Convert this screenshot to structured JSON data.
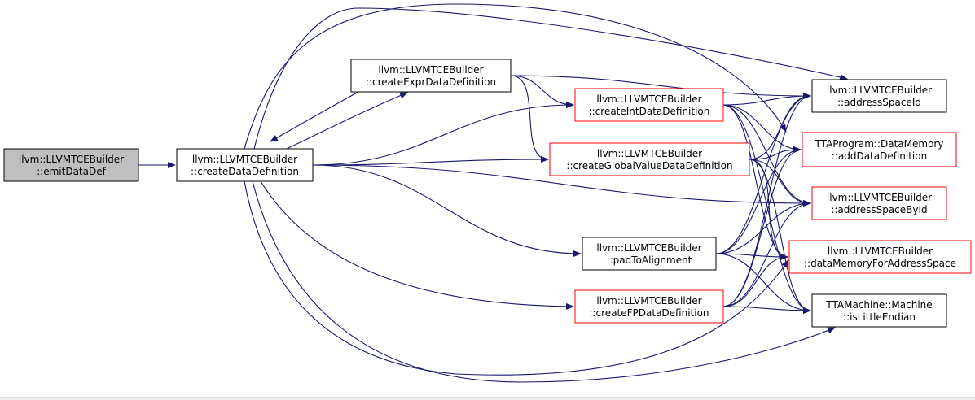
{
  "colors": {
    "edge": "#191970",
    "normal_border": "#000000",
    "truncated_border": "#ff0000",
    "root_fill": "#bfbfbf",
    "node_fill": "#ffffff"
  },
  "nodes": [
    {
      "id": "emitDataDef",
      "line1": "llvm::LLVMTCEBuilder",
      "line2": "::emitDataDef",
      "style": "root"
    },
    {
      "id": "createDataDefinition",
      "line1": "llvm::LLVMTCEBuilder",
      "line2": "::createDataDefinition",
      "style": "normal"
    },
    {
      "id": "createExprDataDefinition",
      "line1": "llvm::LLVMTCEBuilder",
      "line2": "::createExprDataDefinition",
      "style": "normal"
    },
    {
      "id": "createIntDataDefinition",
      "line1": "llvm::LLVMTCEBuilder",
      "line2": "::createIntDataDefinition",
      "style": "truncated"
    },
    {
      "id": "createGlobalValueDataDefinition",
      "line1": "llvm::LLVMTCEBuilder",
      "line2": "::createGlobalValueDataDefinition",
      "style": "truncated"
    },
    {
      "id": "padToAlignment",
      "line1": "llvm::LLVMTCEBuilder",
      "line2": "::padToAlignment",
      "style": "normal"
    },
    {
      "id": "createFPDataDefinition",
      "line1": "llvm::LLVMTCEBuilder",
      "line2": "::createFPDataDefinition",
      "style": "truncated"
    },
    {
      "id": "addressSpaceId",
      "line1": "llvm::LLVMTCEBuilder",
      "line2": "::addressSpaceId",
      "style": "normal"
    },
    {
      "id": "addDataDefinition",
      "line1": "TTAProgram::DataMemory",
      "line2": "::addDataDefinition",
      "style": "truncated"
    },
    {
      "id": "addressSpaceById",
      "line1": "llvm::LLVMTCEBuilder",
      "line2": "::addressSpaceById",
      "style": "truncated"
    },
    {
      "id": "dataMemoryForAddressSpace",
      "line1": "llvm::LLVMTCEBuilder",
      "line2": "::dataMemoryForAddressSpace",
      "style": "truncated"
    },
    {
      "id": "isLittleEndian",
      "line1": "TTAMachine::Machine",
      "line2": "::isLittleEndian",
      "style": "normal"
    }
  ],
  "edges": [
    [
      "emitDataDef",
      "createDataDefinition"
    ],
    [
      "createDataDefinition",
      "createExprDataDefinition"
    ],
    [
      "createDataDefinition",
      "createIntDataDefinition"
    ],
    [
      "createDataDefinition",
      "createGlobalValueDataDefinition"
    ],
    [
      "createDataDefinition",
      "padToAlignment"
    ],
    [
      "createDataDefinition",
      "createFPDataDefinition"
    ],
    [
      "createDataDefinition",
      "addressSpaceId"
    ],
    [
      "createDataDefinition",
      "addDataDefinition"
    ],
    [
      "createDataDefinition",
      "addressSpaceById"
    ],
    [
      "createDataDefinition",
      "dataMemoryForAddressSpace"
    ],
    [
      "createDataDefinition",
      "isLittleEndian"
    ],
    [
      "createExprDataDefinition",
      "createDataDefinition"
    ],
    [
      "createExprDataDefinition",
      "createIntDataDefinition"
    ],
    [
      "createExprDataDefinition",
      "createGlobalValueDataDefinition"
    ],
    [
      "createExprDataDefinition",
      "addressSpaceId"
    ],
    [
      "createIntDataDefinition",
      "addressSpaceId"
    ],
    [
      "createIntDataDefinition",
      "addDataDefinition"
    ],
    [
      "createIntDataDefinition",
      "addressSpaceById"
    ],
    [
      "createIntDataDefinition",
      "dataMemoryForAddressSpace"
    ],
    [
      "createIntDataDefinition",
      "isLittleEndian"
    ],
    [
      "createGlobalValueDataDefinition",
      "addressSpaceId"
    ],
    [
      "createGlobalValueDataDefinition",
      "addDataDefinition"
    ],
    [
      "createGlobalValueDataDefinition",
      "addressSpaceById"
    ],
    [
      "createGlobalValueDataDefinition",
      "dataMemoryForAddressSpace"
    ],
    [
      "createGlobalValueDataDefinition",
      "isLittleEndian"
    ],
    [
      "padToAlignment",
      "addressSpaceId"
    ],
    [
      "padToAlignment",
      "addDataDefinition"
    ],
    [
      "padToAlignment",
      "addressSpaceById"
    ],
    [
      "padToAlignment",
      "dataMemoryForAddressSpace"
    ],
    [
      "padToAlignment",
      "isLittleEndian"
    ],
    [
      "createFPDataDefinition",
      "addressSpaceId"
    ],
    [
      "createFPDataDefinition",
      "addDataDefinition"
    ],
    [
      "createFPDataDefinition",
      "addressSpaceById"
    ],
    [
      "createFPDataDefinition",
      "dataMemoryForAddressSpace"
    ],
    [
      "createFPDataDefinition",
      "isLittleEndian"
    ]
  ]
}
